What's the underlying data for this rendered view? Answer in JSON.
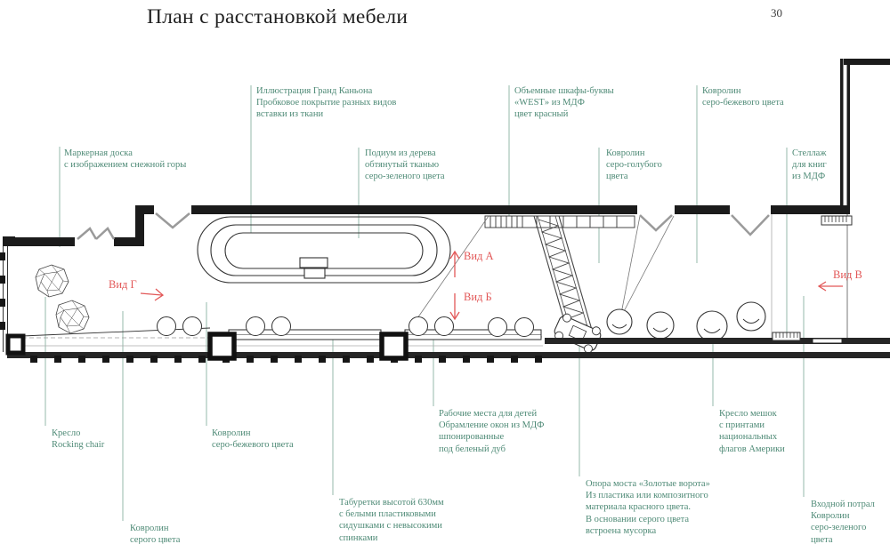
{
  "page": {
    "title": "План с расстановкой мебели",
    "page_number": "30"
  },
  "colors": {
    "annotation_text": "#4e8a76",
    "leader_line": "#95b9ab",
    "view_label": "#e25757",
    "plan_line": "#1a1a1a",
    "door_symbol": "#9a9a9a"
  },
  "annotations": [
    {
      "id": "marker-board",
      "text": "Маркерная доска\nс изображением снежной горы"
    },
    {
      "id": "grand-canyon-illustration",
      "text": "Иллюстрация Гранд Каньона\nПробковое покрытие разных видов\nвставки из ткани"
    },
    {
      "id": "podium",
      "text": "Подиум из дерева\nобтянутый тканью\nсеро-зеленого цвета"
    },
    {
      "id": "west-letter-shelves",
      "text": "Объемные шкафы-буквы\n«WEST» из МДФ\nцвет красный"
    },
    {
      "id": "carpet-gray-blue",
      "text": "Ковролин\nсеро-голубого\nцвета"
    },
    {
      "id": "carpet-gray-beige-top",
      "text": "Ковролин\nсеро-бежевого цвета"
    },
    {
      "id": "bookshelf",
      "text": "Стеллаж\nдля книг\nиз МДФ"
    },
    {
      "id": "rocking-chair",
      "text": "Кресло\nRocking chair"
    },
    {
      "id": "carpet-gray-beige-bottom",
      "text": "Ковролин\nсеро-бежевого цвета"
    },
    {
      "id": "kids-workplaces",
      "text": "Рабочие места для детей\nОбрамление окон из МДФ\nшпонированные\nпод беленый дуб"
    },
    {
      "id": "bean-bag-chair",
      "text": "Кресло мешок\nс принтами\nнациональных\nфлагов Америки"
    },
    {
      "id": "carpet-gray",
      "text": "Ковролин\nсерого цвета"
    },
    {
      "id": "stools",
      "text": "Табуретки высотой 630мм\nс белыми пластиковыми\nсидушками с невысокими\nспинками"
    },
    {
      "id": "bridge-support",
      "text": "Опора моста «Золотые ворота»\nИз пластика или композитного\nматериала красного цвета.\nВ основании серого цвета\nвстроена мусорка"
    },
    {
      "id": "entrance-portal",
      "text": "Входной потрал\nКовролин\nсеро-зеленого\nцвета"
    }
  ],
  "view_labels": [
    {
      "id": "view-a",
      "label": "Вид А"
    },
    {
      "id": "view-b",
      "label": "Вид Б"
    },
    {
      "id": "view-v",
      "label": "Вид В"
    },
    {
      "id": "view-g",
      "label": "Вид Г"
    }
  ]
}
